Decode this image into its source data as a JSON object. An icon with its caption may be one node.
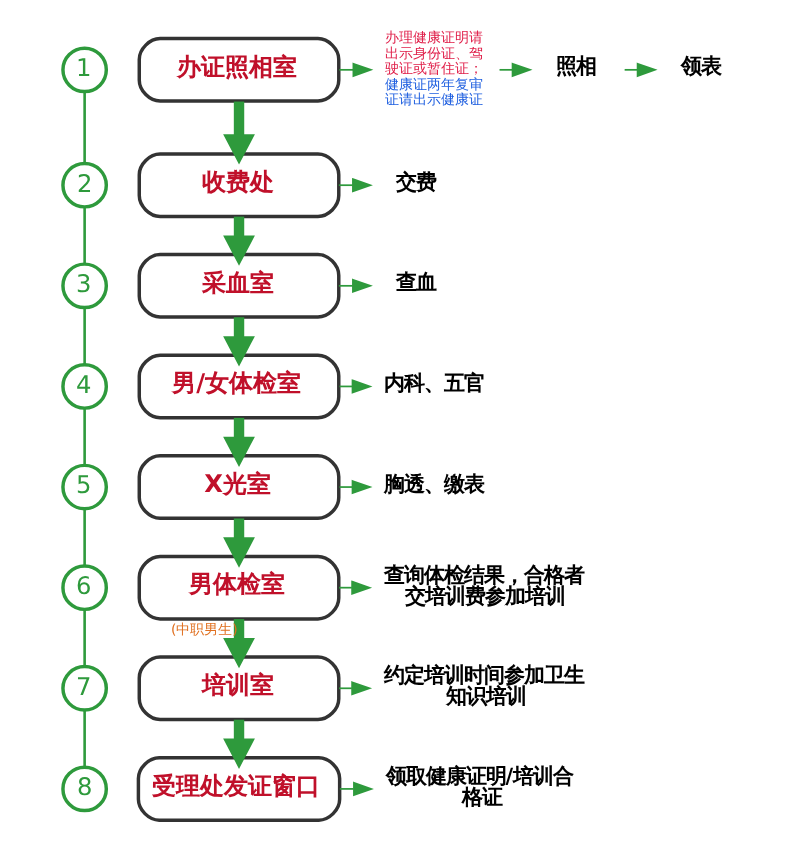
{
  "diagram": {
    "nodes": [
      {
        "text": [
          "1"
        ]
      },
      {
        "text": [
          "办证照相室"
        ]
      },
      {
        "text": [
          "办理健康证明请出示身份证、驾驶证或暂住证；",
          "健康证两年复审证请出示健康证"
        ]
      },
      {
        "text": [
          "照相"
        ]
      },
      {
        "text": [
          "领表"
        ]
      },
      {
        "text": [
          "2"
        ]
      },
      {
        "text": [
          "收费处"
        ]
      },
      {
        "text": [
          "交费"
        ]
      },
      {
        "text": [
          "3"
        ]
      },
      {
        "text": [
          "采血室"
        ]
      },
      {
        "text": [
          "查血"
        ]
      },
      {
        "text": [
          "4"
        ]
      },
      {
        "text": [
          "男/女体检室"
        ]
      },
      {
        "text": [
          "内科、五官"
        ]
      },
      {
        "text": [
          "5"
        ]
      },
      {
        "text": [
          "X光室"
        ]
      },
      {
        "text": [
          "胸透、缴表"
        ]
      },
      {
        "text": [
          "6"
        ]
      },
      {
        "text": [
          "男体检室"
        ]
      },
      {
        "text": [
          "查询体检结果，合格者交培训费参加培训"
        ]
      },
      {
        "text": [
          "7"
        ]
      },
      {
        "text": [
          "培训室"
        ]
      },
      {
        "text": [
          "约定培训时间参加卫生知识培训"
        ]
      },
      {
        "text": [
          "8"
        ]
      },
      {
        "text": [
          "受理处发证窗口"
        ]
      },
      {
        "text": [
          "领取健康证明/培训合格证"
        ]
      }
    ],
    "edges": [
      {
        "from": 0,
        "to": 5,
        "arrow": "none"
      },
      {
        "from": 5,
        "to": 8,
        "arrow": "none"
      },
      {
        "from": 8,
        "to": 11,
        "arrow": "none"
      },
      {
        "from": 11,
        "to": 14,
        "arrow": "none"
      },
      {
        "from": 14,
        "to": 17,
        "arrow": "none"
      },
      {
        "from": 17,
        "to": 20,
        "arrow": "none"
      },
      {
        "from": 20,
        "to": 23,
        "arrow": "none"
      },
      {
        "from": 1,
        "to": 6,
        "arrow": "to",
        "style": "thick"
      },
      {
        "from": 6,
        "to": 9,
        "arrow": "to",
        "style": "thick"
      },
      {
        "from": 9,
        "to": 12,
        "arrow": "to",
        "style": "thick"
      },
      {
        "from": 12,
        "to": 15,
        "arrow": "to",
        "style": "thick"
      },
      {
        "from": 15,
        "to": 18,
        "arrow": "to",
        "style": "thick"
      },
      {
        "from": 18,
        "to": 21,
        "arrow": "to",
        "style": "thick",
        "label": "(中职男生)"
      },
      {
        "from": 21,
        "to": 24,
        "arrow": "to",
        "style": "thick"
      },
      {
        "from": 1,
        "to": 2,
        "arrow": "to"
      },
      {
        "from": 2,
        "to": 3,
        "arrow": "to"
      },
      {
        "from": 3,
        "to": 4,
        "arrow": "to"
      },
      {
        "from": 6,
        "to": 7,
        "arrow": "to"
      },
      {
        "from": 9,
        "to": 10,
        "arrow": "to"
      },
      {
        "from": 12,
        "to": 13,
        "arrow": "to"
      },
      {
        "from": 15,
        "to": 16,
        "arrow": "to"
      },
      {
        "from": 18,
        "to": 19,
        "arrow": "to"
      },
      {
        "from": 21,
        "to": 22,
        "arrow": "to"
      },
      {
        "from": 24,
        "to": 25,
        "arrow": "to"
      }
    ]
  }
}
